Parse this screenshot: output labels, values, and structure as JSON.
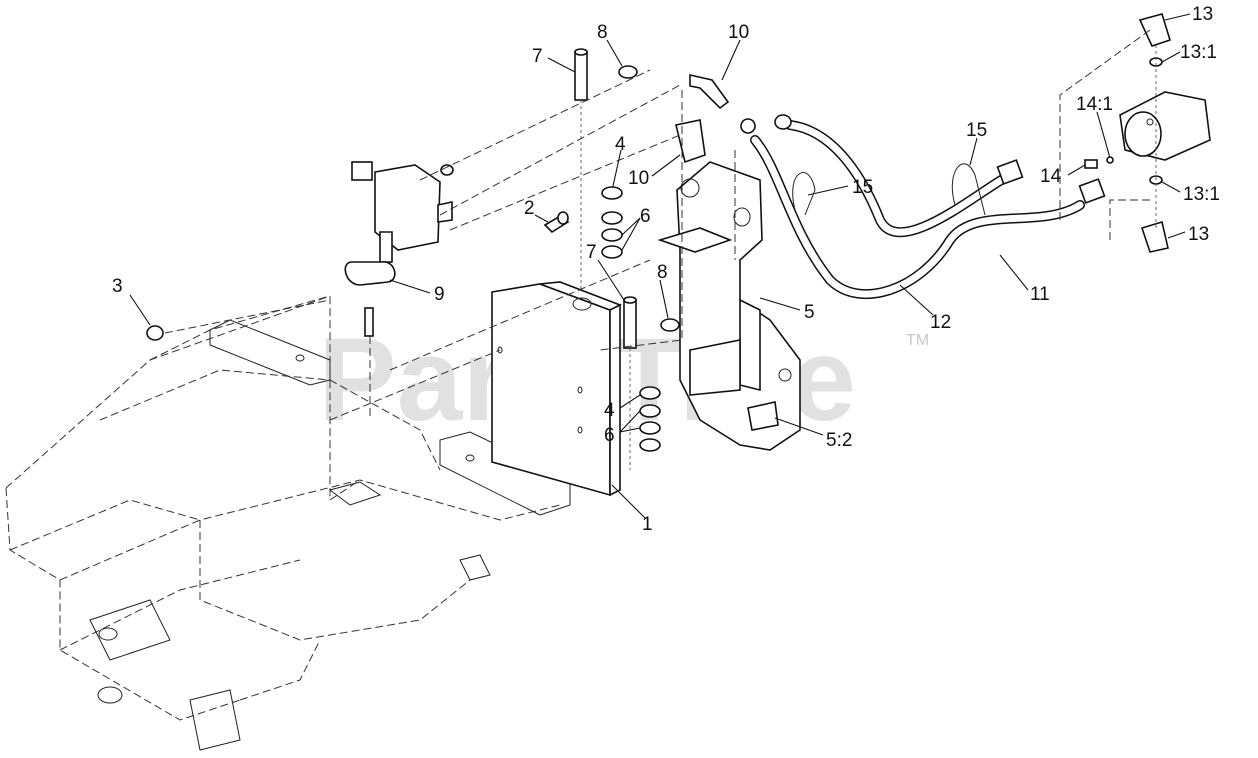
{
  "watermark": {
    "text": "PartsTree",
    "trademark": "TM"
  },
  "callouts": [
    {
      "label": "13"
    },
    {
      "label": "13:1"
    },
    {
      "label": "10"
    },
    {
      "label": "8"
    },
    {
      "label": "7"
    },
    {
      "label": "14:1"
    },
    {
      "label": "15"
    },
    {
      "label": "4"
    },
    {
      "label": "10"
    },
    {
      "label": "6"
    },
    {
      "label": "15"
    },
    {
      "label": "14"
    },
    {
      "label": "13:1"
    },
    {
      "label": "2"
    },
    {
      "label": "13"
    },
    {
      "label": "9"
    },
    {
      "label": "3"
    },
    {
      "label": "11"
    },
    {
      "label": "5"
    },
    {
      "label": "7"
    },
    {
      "label": "8"
    },
    {
      "label": "12"
    },
    {
      "label": "4"
    },
    {
      "label": "6"
    },
    {
      "label": "5:2"
    },
    {
      "label": "1"
    }
  ]
}
